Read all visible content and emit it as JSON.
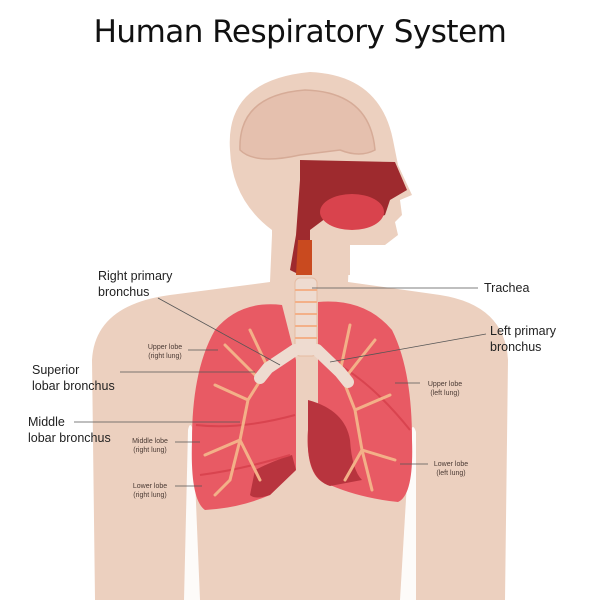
{
  "title": "Human Respiratory System",
  "labels": {
    "right_primary_bronchus": [
      "Right primary",
      "bronchus"
    ],
    "trachea": "Trachea",
    "left_primary_bronchus": [
      "Left primary",
      "bronchus"
    ],
    "superior_lobar_bronchus": [
      "Superior",
      "lobar bronchus"
    ],
    "middle_lobar_bronchus": [
      "Middle",
      "lobar bronchus"
    ]
  },
  "lobes": {
    "upper_right": [
      "Upper lobe",
      "(right lung)"
    ],
    "upper_left": [
      "Upper lobe",
      "(left lung)"
    ],
    "middle_right": [
      "Middle lobe",
      "(right lung)"
    ],
    "lower_right": [
      "Lower lobe",
      "(right lung)"
    ],
    "lower_left": [
      "Lower lobe",
      "(left lung)"
    ]
  },
  "colors": {
    "skin": "#ecd0bf",
    "lung": "#e85a64",
    "lung_dark": "#b8343e",
    "bronchi": "#f3b088"
  }
}
